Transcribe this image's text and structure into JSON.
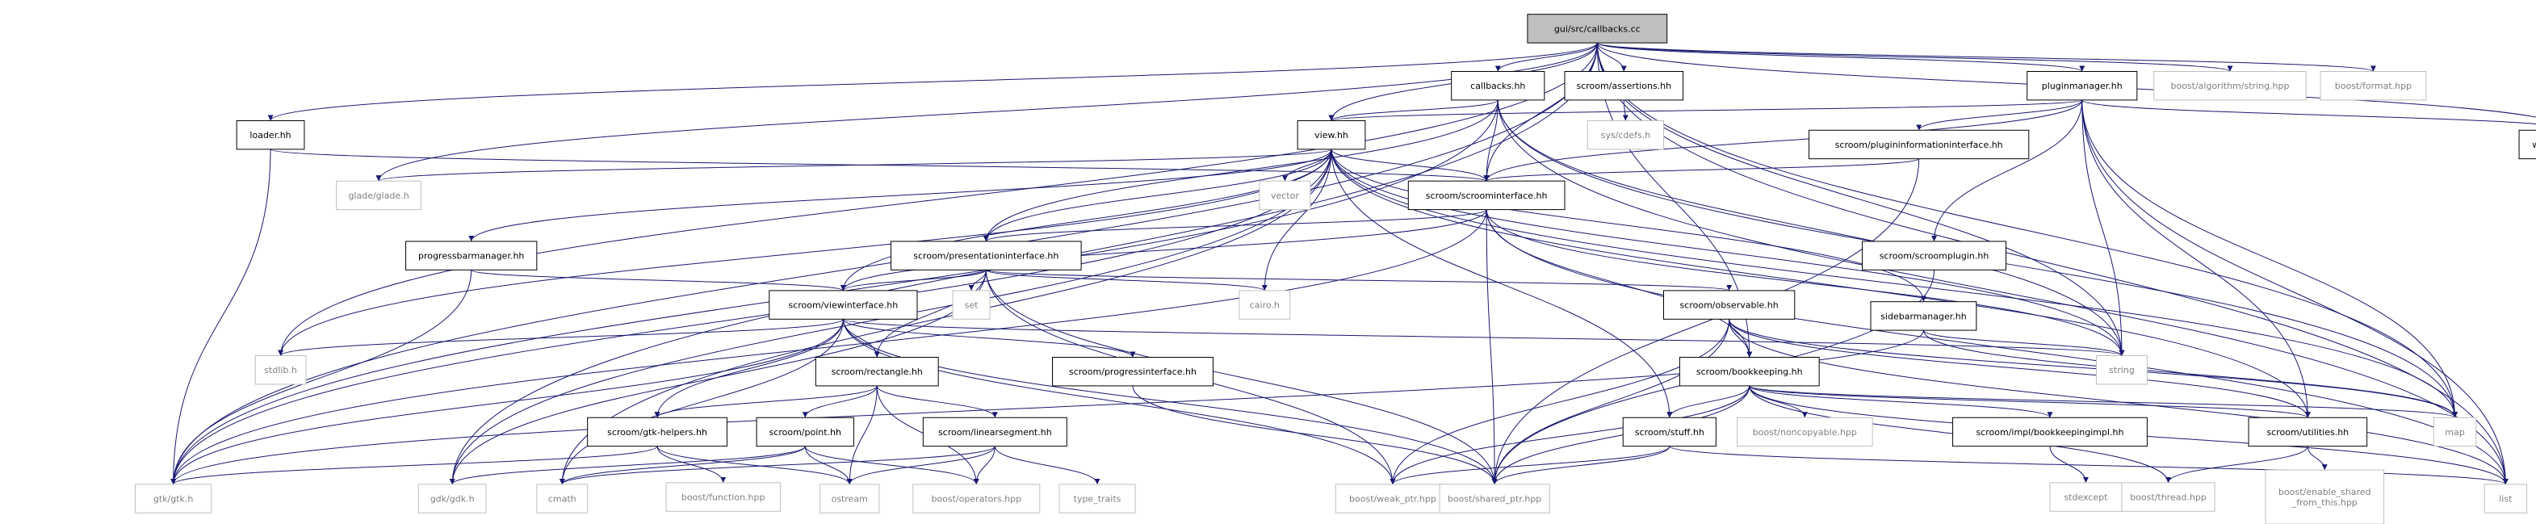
{
  "colors": {
    "root_fill": "#bfbfbf",
    "internal_stroke": "#000000",
    "external_stroke": "#bfbfbf",
    "internal_text": "#000000",
    "external_text": "#7f7f7f",
    "edge": "#191970"
  },
  "nodes": [
    {
      "id": "n0",
      "label": "gui/src/callbacks.cc",
      "kind": "root"
    },
    {
      "id": "n1",
      "label": "callbacks.hh",
      "kind": "internal"
    },
    {
      "id": "n2",
      "label": "scroom/assertions.hh",
      "kind": "internal"
    },
    {
      "id": "n3",
      "label": "pluginmanager.hh",
      "kind": "internal"
    },
    {
      "id": "n4",
      "label": "boost/algorithm/string.hpp",
      "kind": "external"
    },
    {
      "id": "n5",
      "label": "boost/format.hpp",
      "kind": "external"
    },
    {
      "id": "n6",
      "label": "loader.hh",
      "kind": "internal"
    },
    {
      "id": "n7",
      "label": "view.hh",
      "kind": "internal"
    },
    {
      "id": "n8",
      "label": "sys/cdefs.h",
      "kind": "external"
    },
    {
      "id": "n9",
      "label": "scroom/plugininformationinterface.hh",
      "kind": "internal"
    },
    {
      "id": "n10",
      "label": "workinterface.hh",
      "kind": "internal"
    },
    {
      "id": "n11",
      "label": "glade/glade.h",
      "kind": "external"
    },
    {
      "id": "n12",
      "label": "vector",
      "kind": "external"
    },
    {
      "id": "n13",
      "label": "scroom/scroominterface.hh",
      "kind": "internal"
    },
    {
      "id": "n14",
      "label": "progressbarmanager.hh",
      "kind": "internal"
    },
    {
      "id": "n15",
      "label": "scroom/presentationinterface.hh",
      "kind": "internal"
    },
    {
      "id": "n16",
      "label": "scroom/scroomplugin.hh",
      "kind": "internal"
    },
    {
      "id": "n17",
      "label": "set",
      "kind": "external"
    },
    {
      "id": "n18",
      "label": "cairo.h",
      "kind": "external"
    },
    {
      "id": "n19",
      "label": "scroom/viewinterface.hh",
      "kind": "internal"
    },
    {
      "id": "n20",
      "label": "scroom/observable.hh",
      "kind": "internal"
    },
    {
      "id": "n21",
      "label": "sidebarmanager.hh",
      "kind": "internal"
    },
    {
      "id": "n22",
      "label": "stdlib.h",
      "kind": "external"
    },
    {
      "id": "n23",
      "label": "string",
      "kind": "external"
    },
    {
      "id": "n24",
      "label": "scroom/rectangle.hh",
      "kind": "internal"
    },
    {
      "id": "n25",
      "label": "scroom/progressinterface.hh",
      "kind": "internal"
    },
    {
      "id": "n26",
      "label": "scroom/bookkeeping.hh",
      "kind": "internal"
    },
    {
      "id": "n27",
      "label": "scroom/gtk-helpers.hh",
      "kind": "internal"
    },
    {
      "id": "n28",
      "label": "scroom/point.hh",
      "kind": "internal"
    },
    {
      "id": "n29",
      "label": "scroom/linearsegment.hh",
      "kind": "internal"
    },
    {
      "id": "n30",
      "label": "scroom/stuff.hh",
      "kind": "internal"
    },
    {
      "id": "n31",
      "label": "boost/noncopyable.hpp",
      "kind": "external"
    },
    {
      "id": "n32",
      "label": "scroom/impl/bookkeepingimpl.hh",
      "kind": "internal"
    },
    {
      "id": "n33",
      "label": "scroom/utilities.hh",
      "kind": "internal"
    },
    {
      "id": "n34",
      "label": "map",
      "kind": "external"
    },
    {
      "id": "n35",
      "label": "gtk/gtk.h",
      "kind": "external"
    },
    {
      "id": "n36",
      "label": "boost/function.hpp",
      "kind": "external"
    },
    {
      "id": "n37",
      "label": "gdk/gdk.h",
      "kind": "external"
    },
    {
      "id": "n38",
      "label": "cmath",
      "kind": "external"
    },
    {
      "id": "n39",
      "label": "ostream",
      "kind": "external"
    },
    {
      "id": "n40",
      "label": "boost/operators.hpp",
      "kind": "external"
    },
    {
      "id": "n41",
      "label": "type_traits",
      "kind": "external"
    },
    {
      "id": "n42",
      "label": "boost/weak_ptr.hpp",
      "kind": "external"
    },
    {
      "id": "n43",
      "label": "boost/shared_ptr.hpp",
      "kind": "external"
    },
    {
      "id": "n44",
      "label": "stdexcept",
      "kind": "external"
    },
    {
      "id": "n45",
      "label": "boost/thread.hpp",
      "kind": "external"
    },
    {
      "id": "n46",
      "label": "boost/enable_shared\n_from_this.hpp",
      "kind": "external"
    },
    {
      "id": "n47",
      "label": "list",
      "kind": "external"
    }
  ],
  "edges": [
    [
      "n0",
      "n1"
    ],
    [
      "n0",
      "n2"
    ],
    [
      "n0",
      "n3"
    ],
    [
      "n0",
      "n4"
    ],
    [
      "n0",
      "n5"
    ],
    [
      "n0",
      "n6"
    ],
    [
      "n0",
      "n7"
    ],
    [
      "n0",
      "n10"
    ],
    [
      "n0",
      "n11"
    ],
    [
      "n0",
      "n13"
    ],
    [
      "n0",
      "n22"
    ],
    [
      "n0",
      "n23"
    ],
    [
      "n0",
      "n34"
    ],
    [
      "n0",
      "n35"
    ],
    [
      "n0",
      "n37"
    ],
    [
      "n0",
      "n47"
    ],
    [
      "n0",
      "n26"
    ],
    [
      "n1",
      "n7"
    ],
    [
      "n1",
      "n13"
    ],
    [
      "n1",
      "n15"
    ],
    [
      "n1",
      "n35"
    ],
    [
      "n1",
      "n23"
    ],
    [
      "n1",
      "n34"
    ],
    [
      "n1",
      "n47"
    ],
    [
      "n2",
      "n8"
    ],
    [
      "n3",
      "n7"
    ],
    [
      "n3",
      "n9"
    ],
    [
      "n3",
      "n10"
    ],
    [
      "n3",
      "n13"
    ],
    [
      "n3",
      "n16"
    ],
    [
      "n3",
      "n23"
    ],
    [
      "n3",
      "n33"
    ],
    [
      "n3",
      "n34"
    ],
    [
      "n3",
      "n47"
    ],
    [
      "n6",
      "n13"
    ],
    [
      "n6",
      "n35"
    ],
    [
      "n7",
      "n11"
    ],
    [
      "n7",
      "n12"
    ],
    [
      "n7",
      "n13"
    ],
    [
      "n7",
      "n14"
    ],
    [
      "n7",
      "n15"
    ],
    [
      "n7",
      "n18"
    ],
    [
      "n7",
      "n19"
    ],
    [
      "n7",
      "n21"
    ],
    [
      "n7",
      "n22"
    ],
    [
      "n7",
      "n23"
    ],
    [
      "n7",
      "n30"
    ],
    [
      "n7",
      "n33"
    ],
    [
      "n7",
      "n34"
    ],
    [
      "n7",
      "n35"
    ],
    [
      "n7",
      "n37"
    ],
    [
      "n7",
      "n38"
    ],
    [
      "n9",
      "n13"
    ],
    [
      "n9",
      "n43"
    ],
    [
      "n13",
      "n15"
    ],
    [
      "n13",
      "n19"
    ],
    [
      "n13",
      "n26"
    ],
    [
      "n13",
      "n35"
    ],
    [
      "n13",
      "n43"
    ],
    [
      "n13",
      "n23"
    ],
    [
      "n13",
      "n47"
    ],
    [
      "n14",
      "n19"
    ],
    [
      "n14",
      "n35"
    ],
    [
      "n15",
      "n17"
    ],
    [
      "n15",
      "n18"
    ],
    [
      "n15",
      "n19"
    ],
    [
      "n15",
      "n20"
    ],
    [
      "n15",
      "n24"
    ],
    [
      "n15",
      "n37"
    ],
    [
      "n15",
      "n42"
    ],
    [
      "n15",
      "n43"
    ],
    [
      "n16",
      "n43"
    ],
    [
      "n19",
      "n22"
    ],
    [
      "n19",
      "n23"
    ],
    [
      "n19",
      "n24"
    ],
    [
      "n19",
      "n25"
    ],
    [
      "n19",
      "n27"
    ],
    [
      "n19",
      "n35"
    ],
    [
      "n19",
      "n38"
    ],
    [
      "n19",
      "n42"
    ],
    [
      "n19",
      "n43"
    ],
    [
      "n20",
      "n26"
    ],
    [
      "n20",
      "n33"
    ],
    [
      "n20",
      "n34"
    ],
    [
      "n20",
      "n42"
    ],
    [
      "n20",
      "n43"
    ],
    [
      "n20",
      "n47"
    ],
    [
      "n21",
      "n23"
    ],
    [
      "n21",
      "n34"
    ],
    [
      "n21",
      "n35"
    ],
    [
      "n24",
      "n27"
    ],
    [
      "n24",
      "n28"
    ],
    [
      "n24",
      "n29"
    ],
    [
      "n24",
      "n39"
    ],
    [
      "n24",
      "n40"
    ],
    [
      "n25",
      "n43"
    ],
    [
      "n26",
      "n30"
    ],
    [
      "n26",
      "n31"
    ],
    [
      "n26",
      "n32"
    ],
    [
      "n26",
      "n33"
    ],
    [
      "n26",
      "n34"
    ],
    [
      "n26",
      "n42"
    ],
    [
      "n26",
      "n43"
    ],
    [
      "n26",
      "n45"
    ],
    [
      "n26",
      "n47"
    ],
    [
      "n27",
      "n35"
    ],
    [
      "n27",
      "n36"
    ],
    [
      "n27",
      "n39"
    ],
    [
      "n28",
      "n37"
    ],
    [
      "n28",
      "n38"
    ],
    [
      "n28",
      "n39"
    ],
    [
      "n28",
      "n40"
    ],
    [
      "n29",
      "n38"
    ],
    [
      "n29",
      "n39"
    ],
    [
      "n29",
      "n40"
    ],
    [
      "n29",
      "n41"
    ],
    [
      "n30",
      "n42"
    ],
    [
      "n30",
      "n43"
    ],
    [
      "n30",
      "n47"
    ],
    [
      "n32",
      "n44"
    ],
    [
      "n33",
      "n45"
    ],
    [
      "n33",
      "n46"
    ]
  ]
}
